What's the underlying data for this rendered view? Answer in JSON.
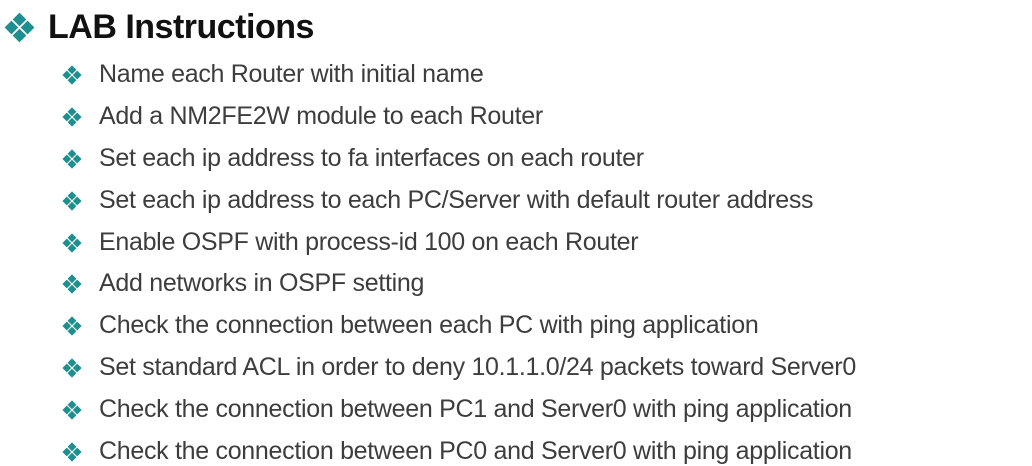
{
  "title": "LAB Instructions",
  "instructions": {
    "items": [
      "Name each Router with initial name",
      "Add a NM2FE2W module to each Router",
      "Set each ip address to fa interfaces on each router",
      "Set each ip address to each PC/Server with default router address",
      "Enable OSPF with process-id 100 on each Router",
      "Add networks in OSPF setting",
      "Check the connection between each PC with ping application",
      "Set standard ACL in order to deny 10.1.1.0/24 packets toward Server0",
      "Check the connection between PC1 and Server0 with ping application",
      "Check the connection between PC0 and Server0 with ping application"
    ]
  },
  "colors": {
    "bullet_teal": "#1E8F8F",
    "title_text": "#111111",
    "body_text": "#3D3D3D",
    "background": "#FFFFFF"
  }
}
